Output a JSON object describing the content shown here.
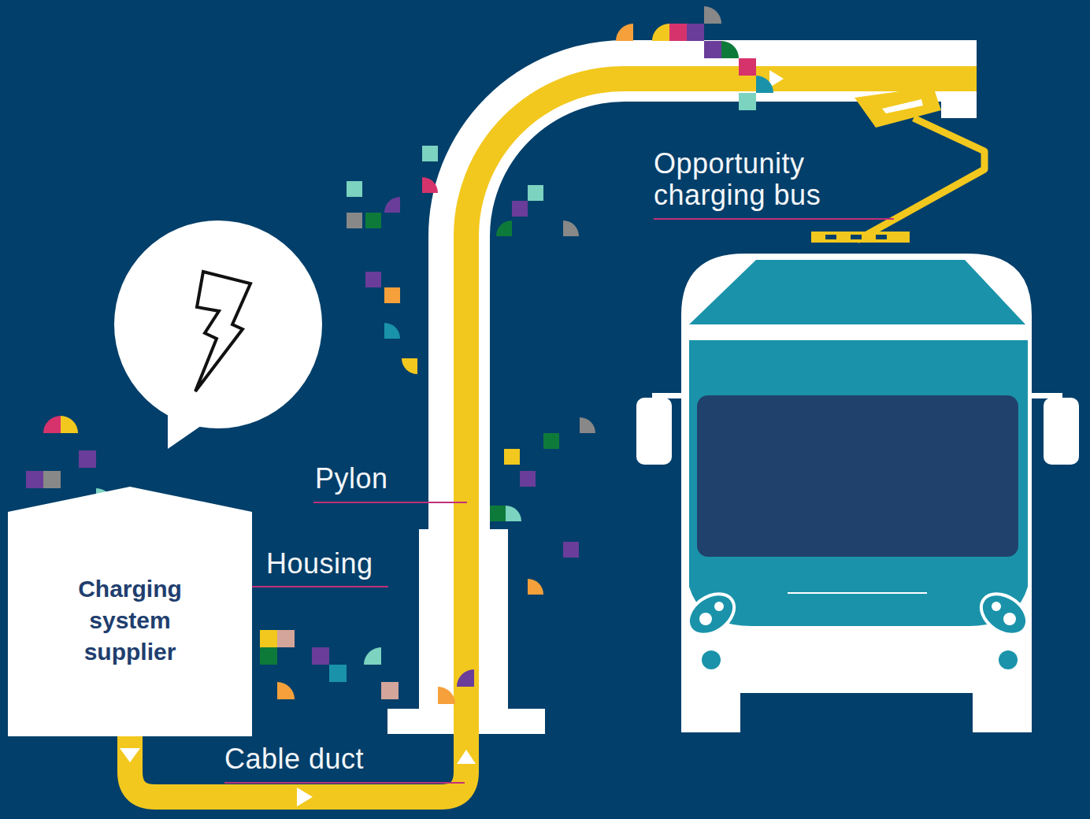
{
  "diagram": {
    "nodes": [
      {
        "text": [
          "Charging system supplier"
        ]
      }
    ],
    "labels": [
      "Opportunity charging bus",
      "Pylon",
      "Housing",
      "Cable duct"
    ]
  }
}
